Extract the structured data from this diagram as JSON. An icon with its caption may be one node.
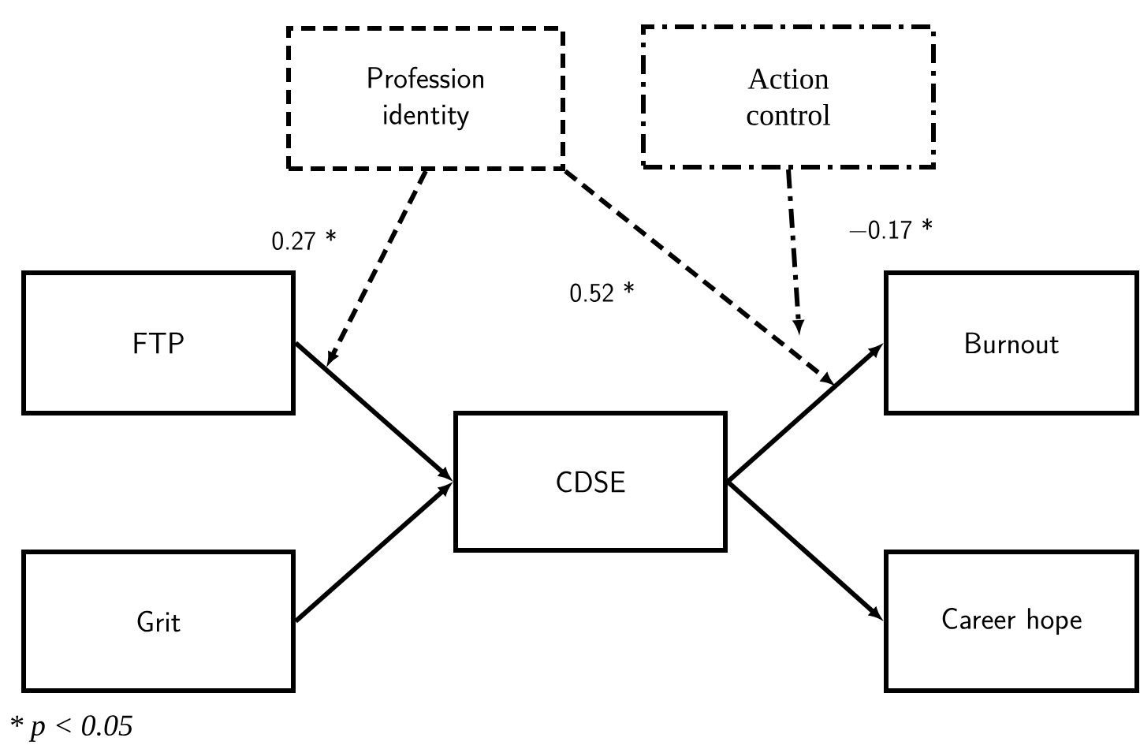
{
  "diagram": {
    "nodes": [
      {
        "text": [
          "Profession identity"
        ]
      },
      {
        "text": [
          "Action control"
        ]
      },
      {
        "text": [
          "FTP"
        ]
      },
      {
        "text": [
          "CDSE"
        ]
      },
      {
        "text": [
          "Burnout"
        ]
      },
      {
        "text": [
          "Grit"
        ]
      },
      {
        "text": [
          "Career hope"
        ]
      }
    ],
    "edges": [
      {
        "from": 2,
        "to": 3,
        "arrow": "to"
      },
      {
        "from": 5,
        "to": 3,
        "arrow": "to"
      },
      {
        "from": 3,
        "to": 4,
        "arrow": "to"
      },
      {
        "from": 3,
        "to": 6,
        "arrow": "to"
      },
      {
        "from": 0,
        "to": null,
        "arrow": "to",
        "style": "dashed",
        "label": "0.27 *"
      },
      {
        "from": 0,
        "to": null,
        "arrow": "to",
        "style": "dashed",
        "label": "0.52 *"
      },
      {
        "from": 1,
        "to": null,
        "arrow": "to",
        "style": "dashed",
        "label": "−0.17 *"
      }
    ],
    "labels": [
      "* p < 0.05"
    ]
  }
}
